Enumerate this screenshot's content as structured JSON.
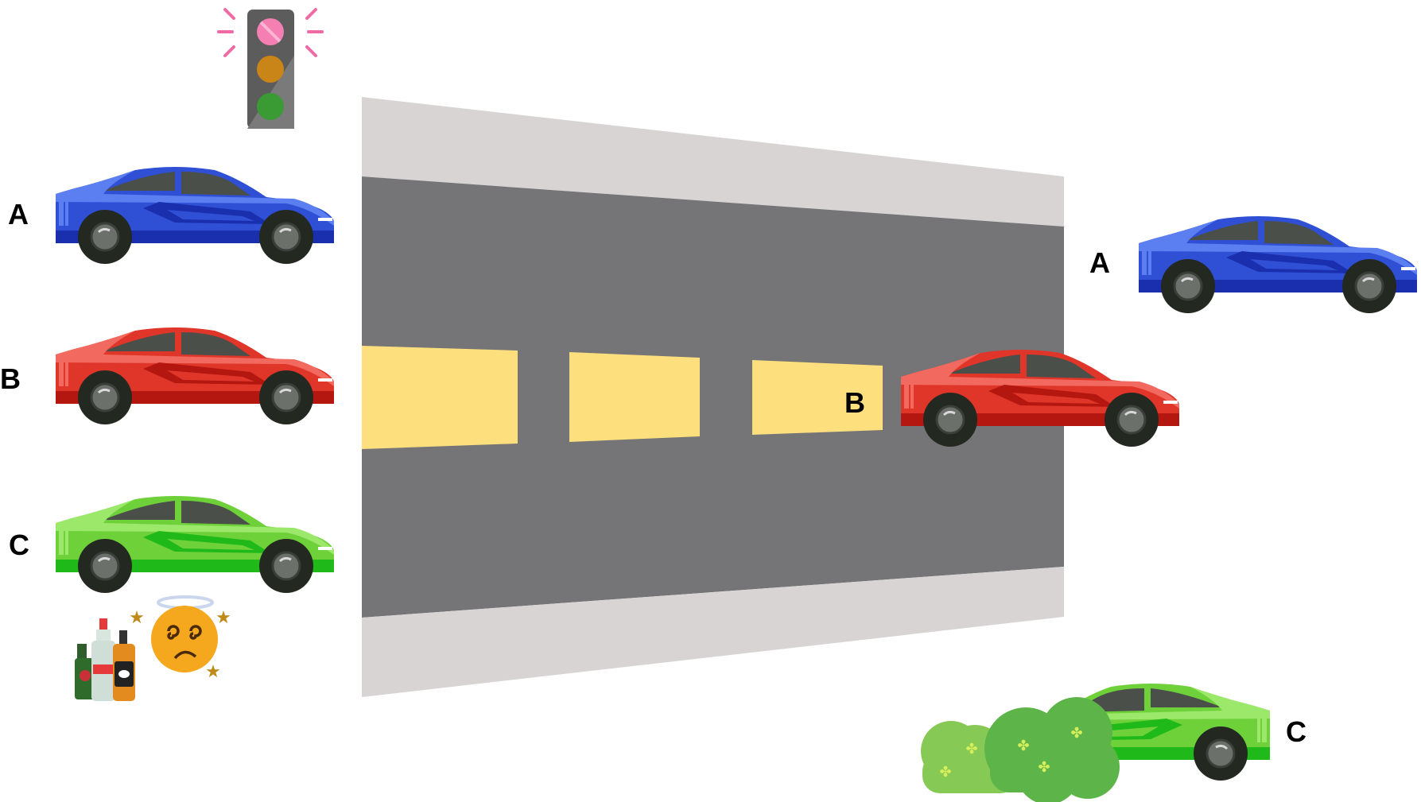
{
  "labels": {
    "car_a_left": "A",
    "car_b_left": "B",
    "car_c_left": "C",
    "car_a_right": "A",
    "car_b_right": "B",
    "car_c_right": "C"
  },
  "colors": {
    "car_a": "#2f4fd4",
    "car_b": "#e03529",
    "car_c": "#6fd13a",
    "road": "#757577",
    "curb": "#d8d4d4",
    "lane_marking": "#fddf7d",
    "bush": "#5db54a",
    "traffic_light_red": "#f57fb3",
    "traffic_light_amber": "#c98518",
    "traffic_light_green": "#3a9a34"
  },
  "icons": [
    "traffic-light-icon",
    "sports-car-icon",
    "liquor-bottles-icon",
    "dizzy-face-icon",
    "bush-icon"
  ]
}
